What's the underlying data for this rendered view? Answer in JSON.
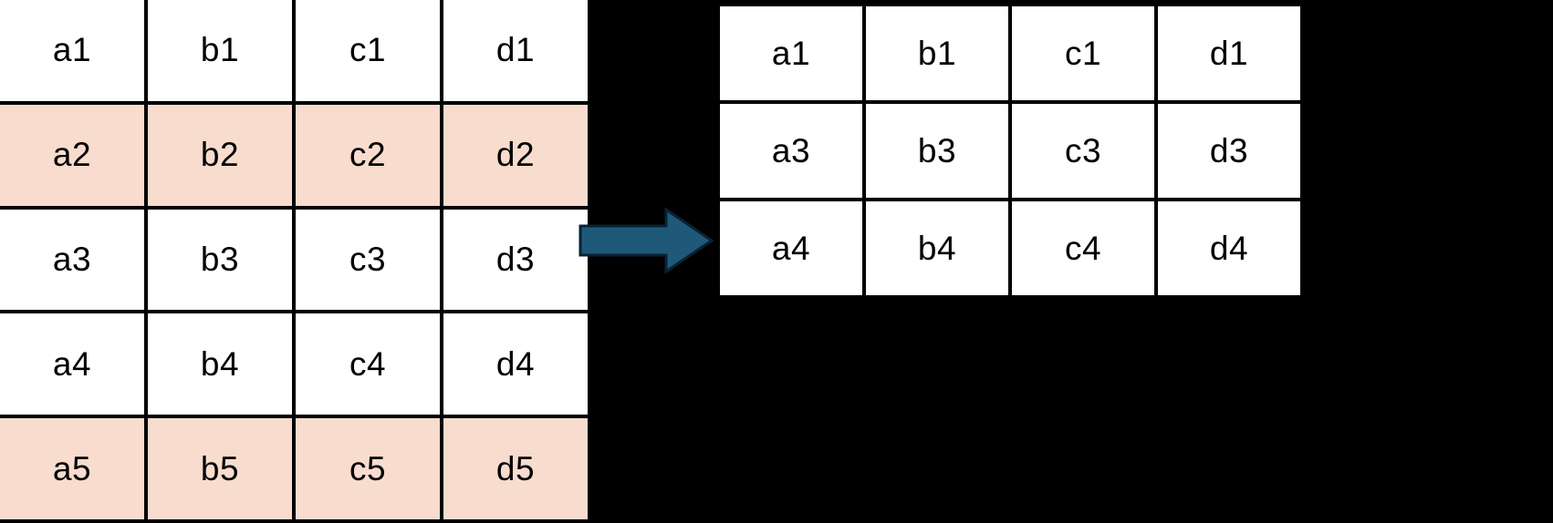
{
  "diagram": {
    "title": "table-row-filter-transform",
    "background_color": "#000000",
    "highlight_color": "#F8DCCE",
    "cell_background": "#FFFFFF",
    "border_color": "#000000",
    "text_color": "#000000",
    "arrow_color": "#1E5979"
  },
  "source_table": {
    "name": "source-table",
    "columns": 4,
    "rows": [
      {
        "cells": [
          "a1",
          "b1",
          "c1",
          "d1"
        ],
        "highlighted": false
      },
      {
        "cells": [
          "a2",
          "b2",
          "c2",
          "d2"
        ],
        "highlighted": true
      },
      {
        "cells": [
          "a3",
          "b3",
          "c3",
          "d3"
        ],
        "highlighted": false
      },
      {
        "cells": [
          "a4",
          "b4",
          "c4",
          "d4"
        ],
        "highlighted": false
      },
      {
        "cells": [
          "a5",
          "b5",
          "c5",
          "d5"
        ],
        "highlighted": true
      }
    ]
  },
  "arrow": {
    "name": "transform-arrow",
    "direction": "right",
    "color": "#1E5979"
  },
  "result_table": {
    "name": "result-table",
    "columns": 4,
    "rows": [
      {
        "cells": [
          "a1",
          "b1",
          "c1",
          "d1"
        ],
        "highlighted": false
      },
      {
        "cells": [
          "a3",
          "b3",
          "c3",
          "d3"
        ],
        "highlighted": false
      },
      {
        "cells": [
          "a4",
          "b4",
          "c4",
          "d4"
        ],
        "highlighted": false
      }
    ]
  }
}
